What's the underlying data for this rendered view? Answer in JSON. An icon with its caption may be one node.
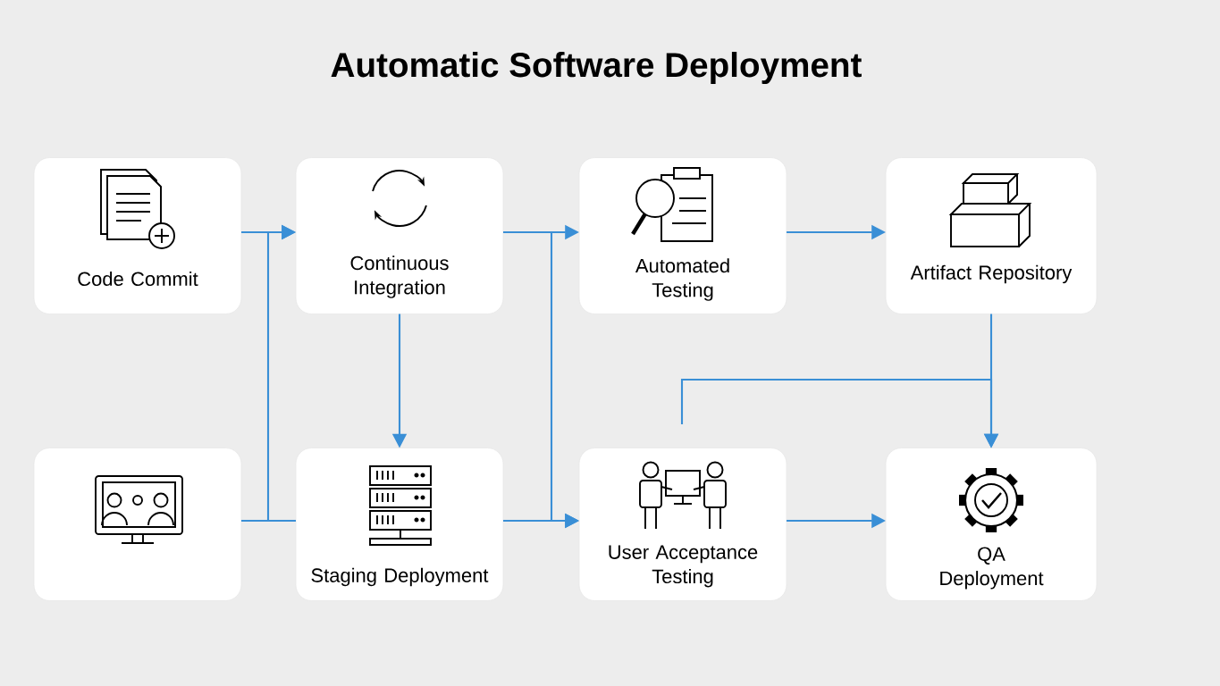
{
  "diagram": {
    "title": "Automatic Software Deployment",
    "nodes": [
      {
        "text": [
          "Code Commit"
        ]
      },
      {
        "text": [
          "Continuous Integration"
        ]
      },
      {
        "text": [
          "Automated Testing"
        ]
      },
      {
        "text": [
          "Artifact Repository"
        ]
      },
      {
        "text": [],
        "shape": "box"
      },
      {
        "text": [
          "Staging Deployment"
        ]
      },
      {
        "text": [
          "User Acceptance Testing"
        ]
      },
      {
        "text": [
          "QA Deployment"
        ]
      }
    ],
    "edges": [
      {
        "from": 0,
        "to": 1,
        "arrow": "to"
      },
      {
        "from": 4,
        "to": 1,
        "arrow": "to"
      },
      {
        "from": 4,
        "to": 5,
        "arrow": "none"
      },
      {
        "from": 1,
        "to": 5,
        "arrow": "to"
      },
      {
        "from": 1,
        "to": 2,
        "arrow": "to"
      },
      {
        "from": 1,
        "to": 6,
        "arrow": "to"
      },
      {
        "from": 5,
        "to": 6,
        "arrow": "to"
      },
      {
        "from": 2,
        "to": 3,
        "arrow": "to"
      },
      {
        "from": 3,
        "to": 7,
        "arrow": "to"
      },
      {
        "from": null,
        "to": 7,
        "arrow": "to"
      },
      {
        "from": 6,
        "to": 7,
        "arrow": "to"
      }
    ]
  }
}
